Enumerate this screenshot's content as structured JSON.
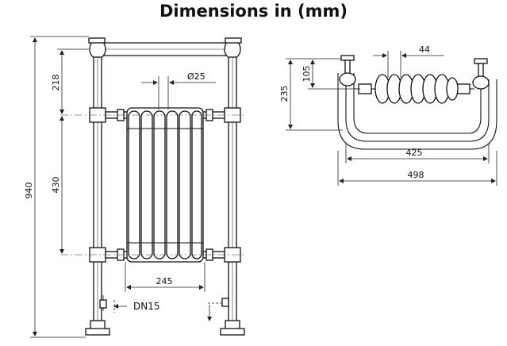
{
  "title": "Dimensions in (mm)",
  "front_view": {
    "height_total": "940",
    "height_top": "218",
    "height_mid": "430",
    "pipe_diameter": "Ø25",
    "width_radiator": "245",
    "connection": "DN15"
  },
  "top_view": {
    "depth_total": "235",
    "depth_rail": "105",
    "section_width": "44",
    "width_inner": "425",
    "width_outer": "498"
  }
}
